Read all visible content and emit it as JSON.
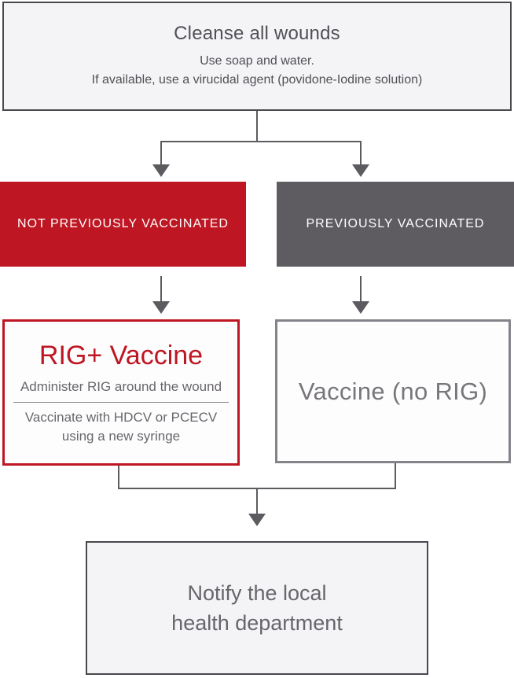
{
  "cleanse": {
    "title": "Cleanse all wounds",
    "line1": "Use soap and water.",
    "line2": "If available, use a virucidal agent (povidone-Iodine solution)"
  },
  "branch_left": {
    "label": "NOT PREVIOUSLY VACCINATED"
  },
  "branch_right": {
    "label": "PREVIOUSLY VACCINATED"
  },
  "rig_vaccine": {
    "title": "RIG+ Vaccine",
    "subtitle": "Administer RIG around the wound",
    "line1": "Vaccinate with HDCV or PCECV",
    "line2": "using a new syringe"
  },
  "vaccine_no_rig": {
    "label": "Vaccine (no RIG)"
  },
  "notify": {
    "line1": "Notify the local",
    "line2": "health department"
  },
  "colors": {
    "accent_red": "#be1622",
    "branch_gray": "#5e5c60",
    "connector_gray": "#5d5b5f",
    "text_gray": "#68666b",
    "light_box_bg": "#f4f3f6",
    "dark_border": "#4a484c",
    "outcome_gray_border": "#85838a"
  }
}
